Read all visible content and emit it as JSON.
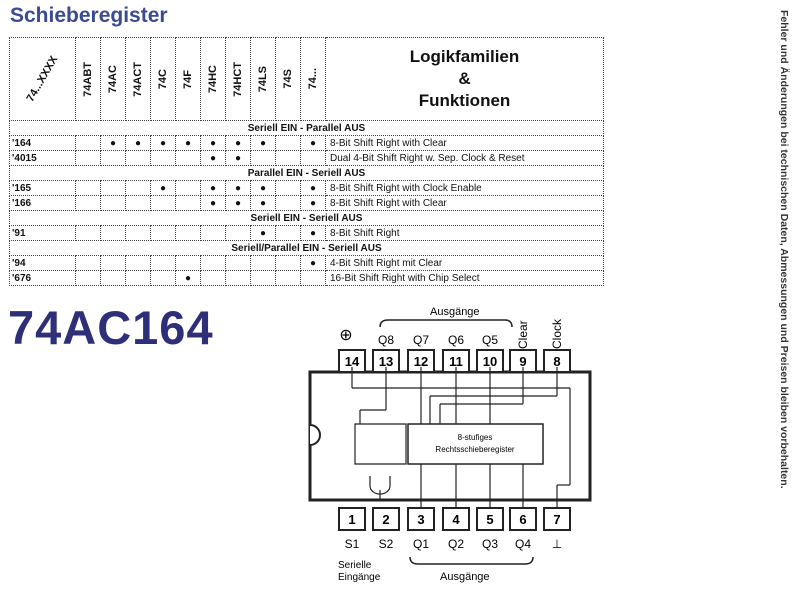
{
  "title": "Schieberegister",
  "part_number": "74AC164",
  "side_note": "Fehler und Änderungen bei technischen Daten, Abmessungen und Preisen bleiben vorbehalten.",
  "table": {
    "corner_label": "74...XXXX",
    "family_columns": [
      "74ABT",
      "74AC",
      "74ACT",
      "74C",
      "74F",
      "74HC",
      "74HCT",
      "74LS",
      "74S",
      "74..."
    ],
    "function_header": [
      "Logikfamilien",
      "&",
      "Funktionen"
    ],
    "rows": [
      {
        "type": "section",
        "label": "Seriell EIN - Parallel AUS"
      },
      {
        "type": "item",
        "code": "'164",
        "dots": [
          0,
          1,
          1,
          1,
          1,
          1,
          1,
          1,
          0,
          1
        ],
        "func": "8-Bit Shift Right with Clear"
      },
      {
        "type": "item",
        "code": "'4015",
        "dots": [
          0,
          0,
          0,
          0,
          0,
          1,
          1,
          0,
          0,
          0
        ],
        "func": "Dual 4-Bit Shift Right w. Sep. Clock & Reset"
      },
      {
        "type": "section",
        "label": "Parallel EIN - Seriell AUS"
      },
      {
        "type": "item",
        "code": "'165",
        "dots": [
          0,
          0,
          0,
          1,
          0,
          1,
          1,
          1,
          0,
          1
        ],
        "func": "8-Bit Shift Right with Clock Enable"
      },
      {
        "type": "item",
        "code": "'166",
        "dots": [
          0,
          0,
          0,
          0,
          0,
          1,
          1,
          1,
          0,
          1
        ],
        "func": "8-Bit Shift Right with Clear"
      },
      {
        "type": "section",
        "label": "Seriell EIN - Seriell AUS"
      },
      {
        "type": "item",
        "code": "'91",
        "dots": [
          0,
          0,
          0,
          0,
          0,
          0,
          0,
          1,
          0,
          1
        ],
        "func": "8-Bit Shift Right"
      },
      {
        "type": "section",
        "label": "Seriell/Parallel EIN - Seriell AUS"
      },
      {
        "type": "item",
        "code": "'94",
        "dots": [
          0,
          0,
          0,
          0,
          0,
          0,
          0,
          0,
          0,
          1
        ],
        "func": "4-Bit Shift Right mit Clear"
      },
      {
        "type": "item",
        "code": "'676",
        "dots": [
          0,
          0,
          0,
          0,
          1,
          0,
          0,
          0,
          0,
          0
        ],
        "func": "16-Bit Shift Right with Chip Select"
      }
    ]
  },
  "dot_glyph": "●",
  "diagram": {
    "top_group_label": "Ausgänge",
    "top_pins": [
      "14",
      "13",
      "12",
      "11",
      "10",
      "9",
      "8"
    ],
    "top_names": [
      "",
      "Q8",
      "Q7",
      "Q6",
      "Q5",
      "Clear",
      "Clock"
    ],
    "vcc_symbol": "⊕",
    "bottom_pins": [
      "1",
      "2",
      "3",
      "4",
      "5",
      "6",
      "7"
    ],
    "bottom_names": [
      "S1",
      "S2",
      "Q1",
      "Q2",
      "Q3",
      "Q4",
      "⊥"
    ],
    "block_line1": "8-stufiges",
    "block_line2": "Rechtsschieberegister",
    "input_label_1": "Serielle",
    "input_label_2": "Eingänge",
    "bottom_group_label": "Ausgänge"
  }
}
